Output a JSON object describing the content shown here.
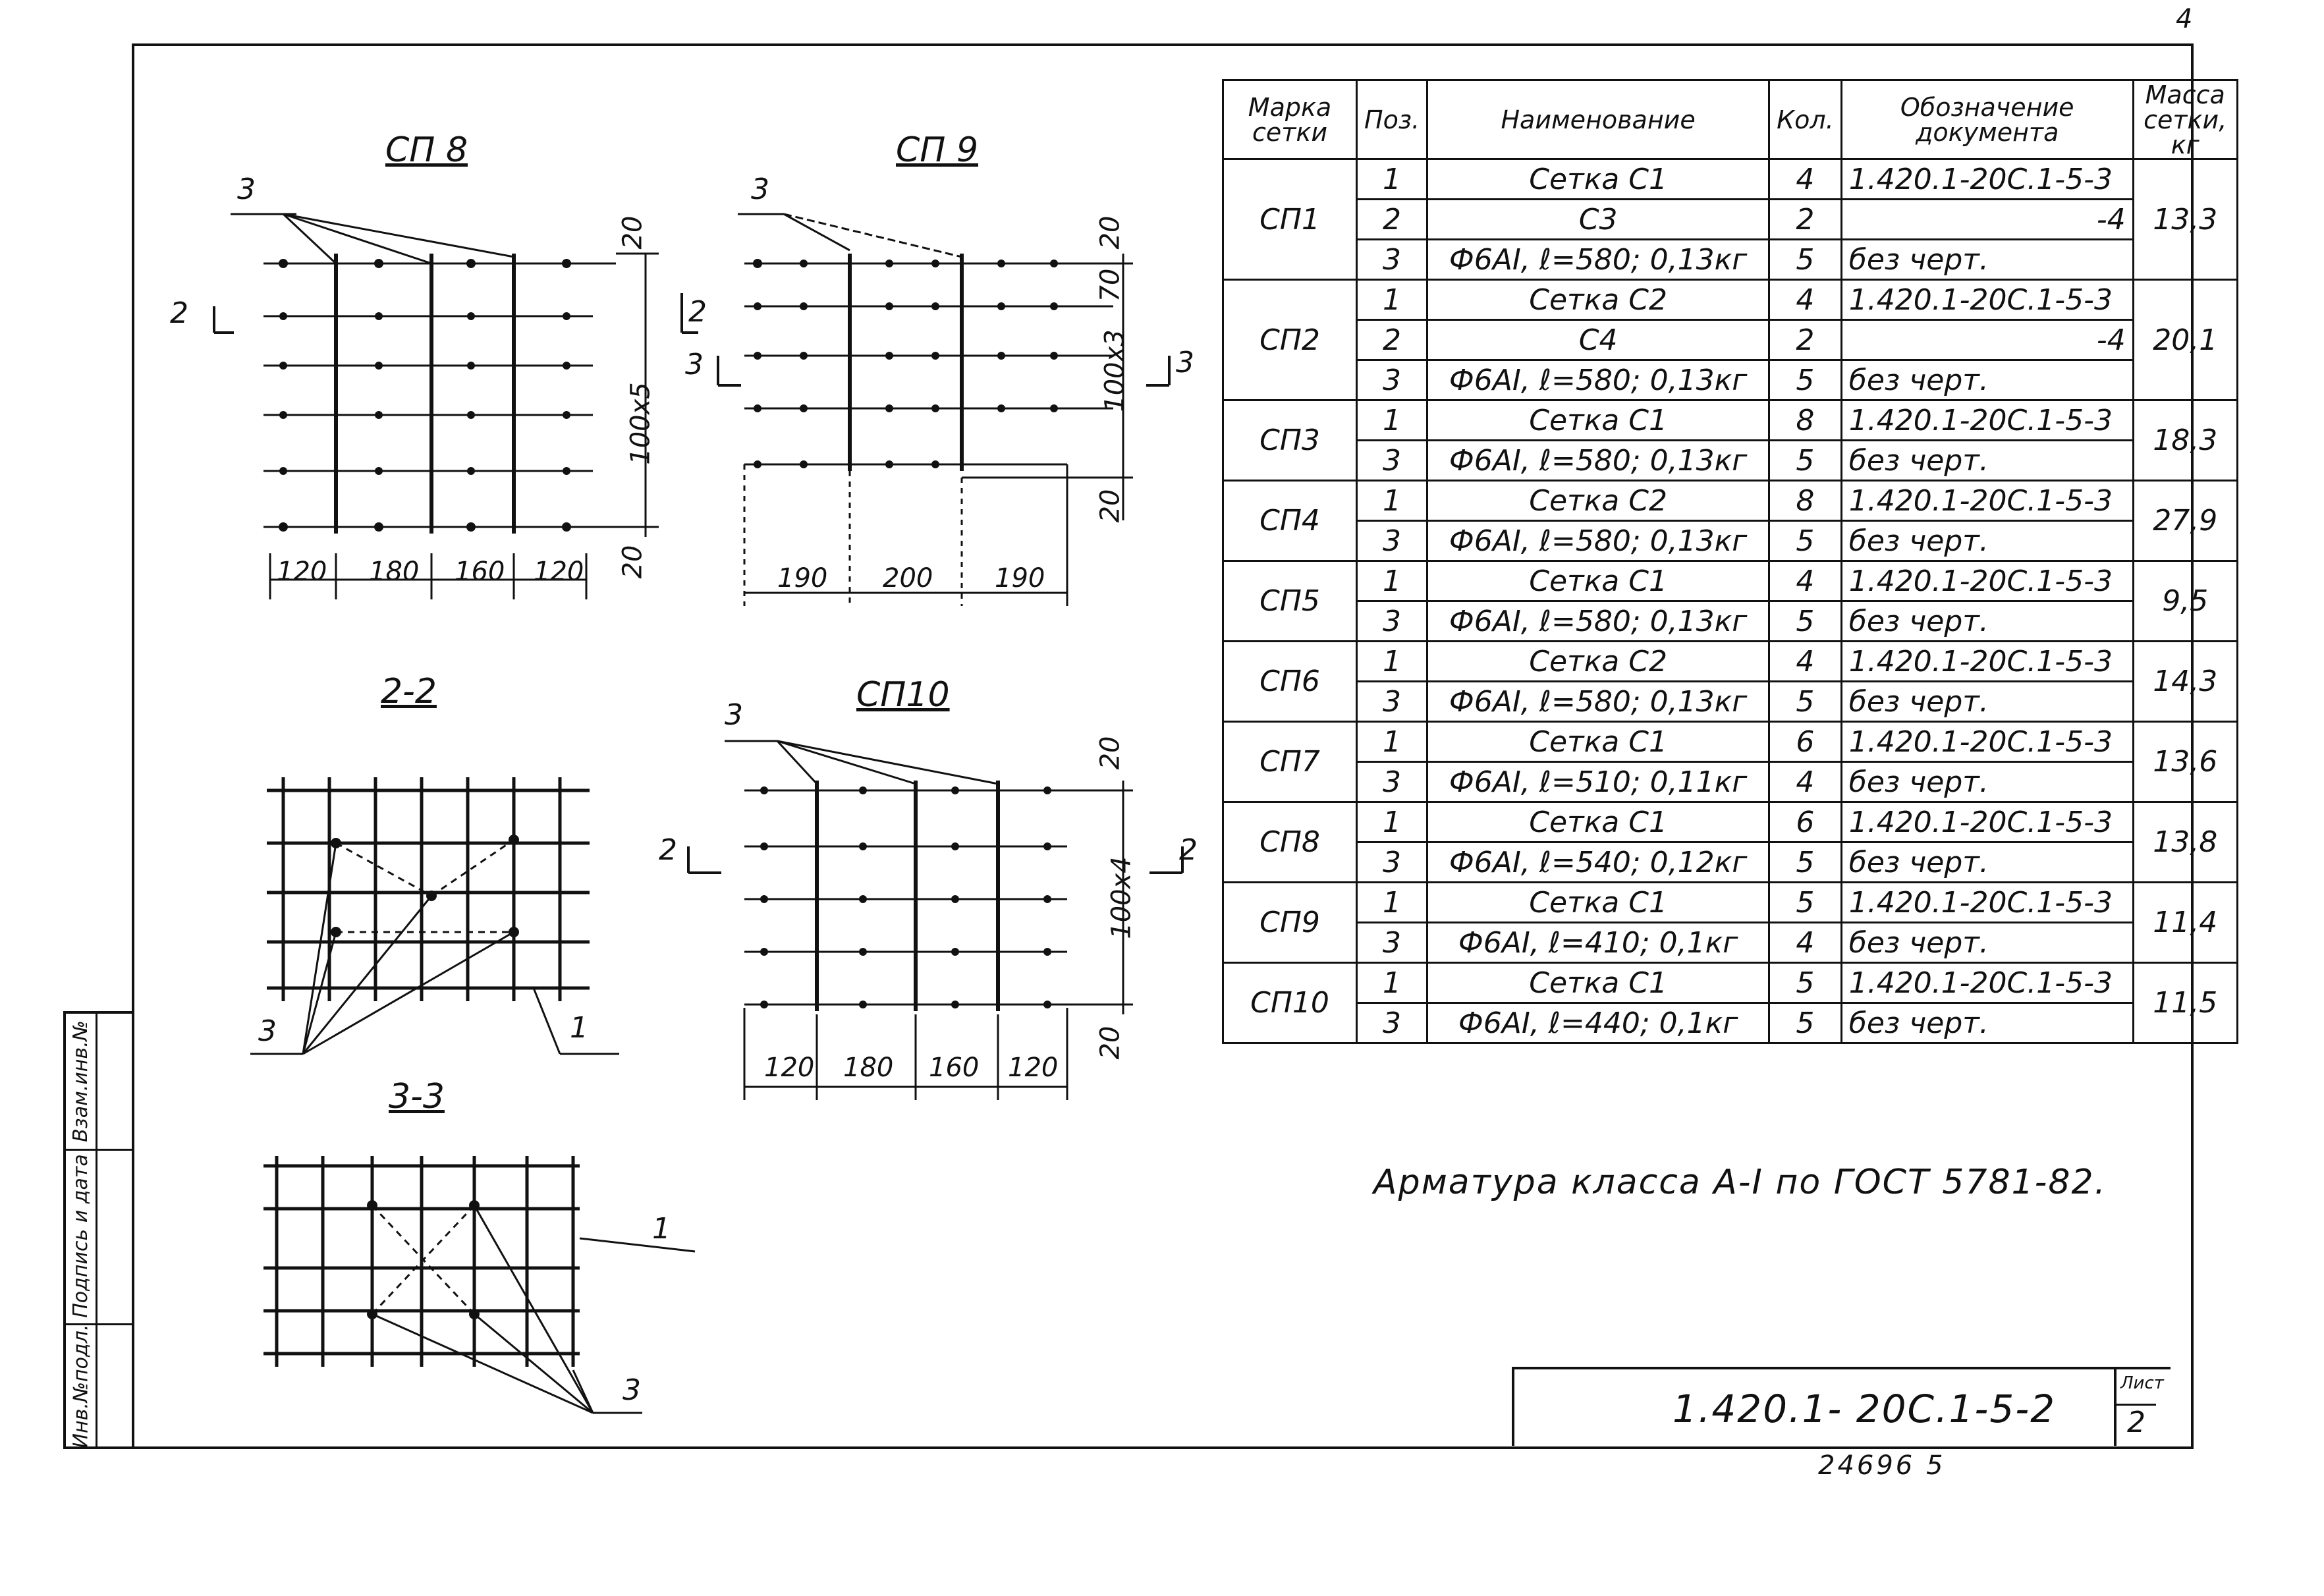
{
  "page_number": "4",
  "side_stamp": {
    "cells": [
      "Инв.№подл.",
      "Подпись и дата",
      "Взам.инв.№"
    ]
  },
  "drawings": {
    "sp8": {
      "title": "СП 8",
      "dims_bottom": [
        "120",
        "180",
        "160",
        "120"
      ],
      "dim_top": "20",
      "dim_mid": "100x5",
      "dim_bottom": "20",
      "section_mark": "2",
      "leader": "3"
    },
    "sp9": {
      "title": "СП 9",
      "dims_bottom": [
        "190",
        "200",
        "190"
      ],
      "dim_top": "20",
      "dim_a": "70",
      "dim_mid": "100x3",
      "dim_bottom": "20",
      "section_marks": [
        "2",
        "3",
        "3"
      ],
      "leader": "3"
    },
    "sp10": {
      "title": "СП10",
      "dims_bottom": [
        "120",
        "180",
        "160",
        "120"
      ],
      "dim_top": "20",
      "dim_mid": "100x4",
      "dim_bottom": "20",
      "section_marks": [
        "2",
        "2"
      ],
      "leader": "3"
    },
    "sec22": {
      "title": "2-2",
      "leader_a": "3",
      "leader_b": "1"
    },
    "sec33": {
      "title": "3-3",
      "leader_a": "1",
      "leader_b": "3"
    }
  },
  "table": {
    "headers": [
      "Марка сетки",
      "Поз.",
      "Наименование",
      "Кол.",
      "Обозначение документа",
      "Масса сетки, кг"
    ],
    "groups": [
      {
        "mark": "СП1",
        "mass": "13,3",
        "rows": [
          {
            "pos": "1",
            "name": "Сетка С1",
            "qty": "4",
            "doc": "1.420.1-20С.1-5-3"
          },
          {
            "pos": "2",
            "name": "С3",
            "qty": "2",
            "doc": "-4"
          },
          {
            "pos": "3",
            "name": "Ф6АI, ℓ=580; 0,13кг",
            "qty": "5",
            "doc": "без черт."
          }
        ]
      },
      {
        "mark": "СП2",
        "mass": "20,1",
        "rows": [
          {
            "pos": "1",
            "name": "Сетка С2",
            "qty": "4",
            "doc": "1.420.1-20С.1-5-3"
          },
          {
            "pos": "2",
            "name": "С4",
            "qty": "2",
            "doc": "-4"
          },
          {
            "pos": "3",
            "name": "Ф6АI, ℓ=580; 0,13кг",
            "qty": "5",
            "doc": "без черт."
          }
        ]
      },
      {
        "mark": "СП3",
        "mass": "18,3",
        "rows": [
          {
            "pos": "1",
            "name": "Сетка С1",
            "qty": "8",
            "doc": "1.420.1-20С.1-5-3"
          },
          {
            "pos": "3",
            "name": "Ф6АI, ℓ=580; 0,13кг",
            "qty": "5",
            "doc": "без черт."
          }
        ]
      },
      {
        "mark": "СП4",
        "mass": "27,9",
        "rows": [
          {
            "pos": "1",
            "name": "Сетка С2",
            "qty": "8",
            "doc": "1.420.1-20С.1-5-3"
          },
          {
            "pos": "3",
            "name": "Ф6АI, ℓ=580; 0,13кг",
            "qty": "5",
            "doc": "без черт."
          }
        ]
      },
      {
        "mark": "СП5",
        "mass": "9,5",
        "rows": [
          {
            "pos": "1",
            "name": "Сетка С1",
            "qty": "4",
            "doc": "1.420.1-20С.1-5-3"
          },
          {
            "pos": "3",
            "name": "Ф6АI, ℓ=580; 0,13кг",
            "qty": "5",
            "doc": "без черт."
          }
        ]
      },
      {
        "mark": "СП6",
        "mass": "14,3",
        "rows": [
          {
            "pos": "1",
            "name": "Сетка С2",
            "qty": "4",
            "doc": "1.420.1-20С.1-5-3"
          },
          {
            "pos": "3",
            "name": "Ф6АI, ℓ=580; 0,13кг",
            "qty": "5",
            "doc": "без черт."
          }
        ]
      },
      {
        "mark": "СП7",
        "mass": "13,6",
        "rows": [
          {
            "pos": "1",
            "name": "Сетка С1",
            "qty": "6",
            "doc": "1.420.1-20С.1-5-3"
          },
          {
            "pos": "3",
            "name": "Ф6АI, ℓ=510; 0,11кг",
            "qty": "4",
            "doc": "без черт."
          }
        ]
      },
      {
        "mark": "СП8",
        "mass": "13,8",
        "rows": [
          {
            "pos": "1",
            "name": "Сетка С1",
            "qty": "6",
            "doc": "1.420.1-20С.1-5-3"
          },
          {
            "pos": "3",
            "name": "Ф6АI, ℓ=540; 0,12кг",
            "qty": "5",
            "doc": "без черт."
          }
        ]
      },
      {
        "mark": "СП9",
        "mass": "11,4",
        "rows": [
          {
            "pos": "1",
            "name": "Сетка С1",
            "qty": "5",
            "doc": "1.420.1-20С.1-5-3"
          },
          {
            "pos": "3",
            "name": "Ф6АI, ℓ=410; 0,1кг",
            "qty": "4",
            "doc": "без черт."
          }
        ]
      },
      {
        "mark": "СП10",
        "mass": "11,5",
        "rows": [
          {
            "pos": "1",
            "name": "Сетка С1",
            "qty": "5",
            "doc": "1.420.1-20С.1-5-3"
          },
          {
            "pos": "3",
            "name": "Ф6АI, ℓ=440; 0,1кг",
            "qty": "5",
            "doc": "без черт."
          }
        ]
      }
    ]
  },
  "note": "Арматура класса А-I по ГОСТ 5781-82.",
  "title_block": {
    "code": "1.420.1- 20С.1-5-2",
    "sheet_label": "Лист",
    "sheet": "2"
  },
  "inventory": "24696 5"
}
